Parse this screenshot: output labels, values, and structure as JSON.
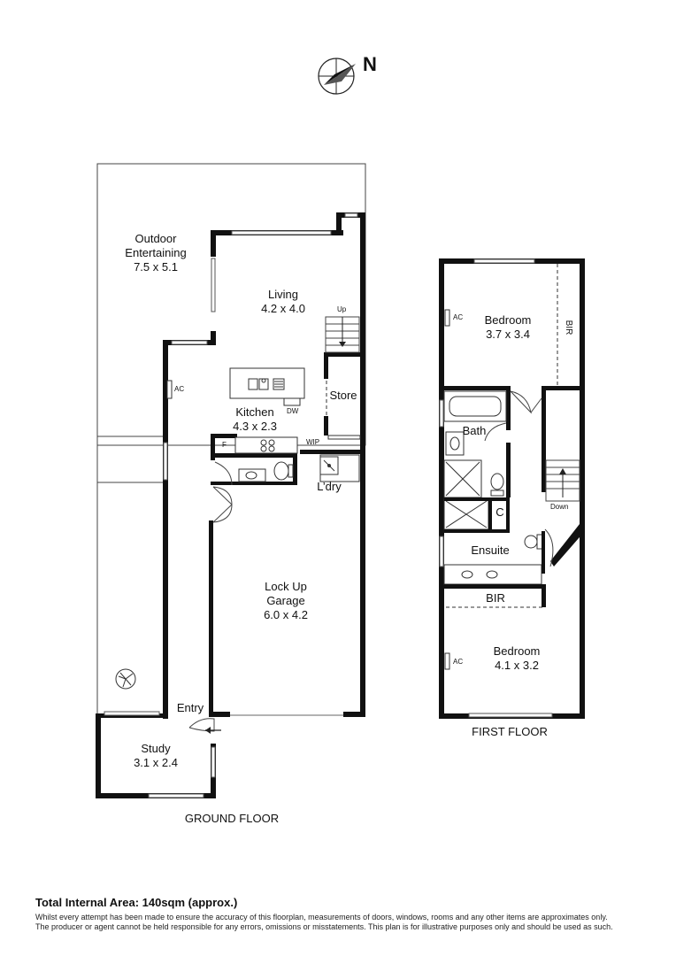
{
  "compass": {
    "label": "N",
    "icon": "north-arrow-icon"
  },
  "ground_floor": {
    "caption": "GROUND FLOOR",
    "rooms": {
      "outdoor": {
        "name_line1": "Outdoor",
        "name_line2": "Entertaining",
        "dims": "7.5 x 5.1"
      },
      "living": {
        "name": "Living",
        "dims": "4.2 x 4.0"
      },
      "kitchen": {
        "name": "Kitchen",
        "dims": "4.3 x 2.3"
      },
      "store": {
        "name": "Store"
      },
      "laundry": {
        "name": "L’dry"
      },
      "garage": {
        "name_line1": "Lock Up",
        "name_line2": "Garage",
        "dims": "6.0 x 4.2"
      },
      "entry": {
        "name": "Entry"
      },
      "study": {
        "name": "Study",
        "dims": "3.1 x 2.4"
      }
    },
    "tags": {
      "ac": "AC",
      "dw": "DW",
      "fridge": "F",
      "wip": "WIP",
      "stairs_up": "Up"
    }
  },
  "first_floor": {
    "caption": "FIRST FLOOR",
    "rooms": {
      "bedroom1": {
        "name": "Bedroom",
        "dims": "3.7 x 3.4"
      },
      "bath": {
        "name": "Bath"
      },
      "ensuite": {
        "name": "Ensuite"
      },
      "bedroom2": {
        "name": "Bedroom",
        "dims": "4.1 x 3.2"
      }
    },
    "tags": {
      "ac_top": "AC",
      "ac_bottom": "AC",
      "bir_side": "BIR",
      "bir_mid": "BIR",
      "cupboard": "C",
      "stairs_down": "Down"
    }
  },
  "footer": {
    "total_area": "Total Internal Area: 140sqm (approx.)",
    "disclaimer_line1": "Whilst every attempt has been made to ensure the accuracy of this floorplan, measurements of doors, windows, rooms and any other items are approximates only.",
    "disclaimer_line2": "The producer or agent cannot be held responsible for any errors, omissions or misstatements. This plan is for illustrative purposes only and should be used as such."
  }
}
